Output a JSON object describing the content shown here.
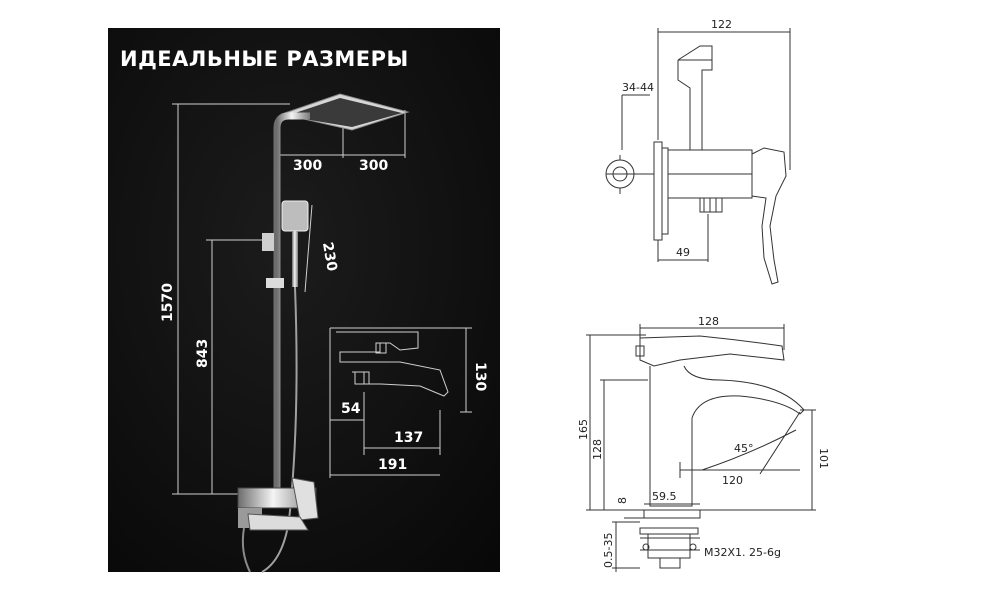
{
  "left_panel": {
    "title": "ИДЕАЛЬНЫЕ РАЗМЕРЫ",
    "dims": {
      "head_width_left": "300",
      "head_width_right": "300",
      "hand_shower_length": "230",
      "total_height": "1570",
      "mixer_height": "843",
      "spout_height": "130",
      "spout_offset": "54",
      "spout_reach": "137",
      "spout_total": "191"
    }
  },
  "top_right_drawing": {
    "dims": {
      "total_width": "122",
      "wall_range": "34-44",
      "body_length": "49"
    }
  },
  "bottom_right_drawing": {
    "dims": {
      "total_width": "128",
      "total_height": "165",
      "body_height": "128",
      "spout_height": "101",
      "spout_angle": "45°",
      "spout_reach": "120",
      "base_width": "59.5",
      "base_thickness": "8",
      "mount_range": "0.5-35",
      "thread": "M32X1. 25-6g"
    }
  }
}
